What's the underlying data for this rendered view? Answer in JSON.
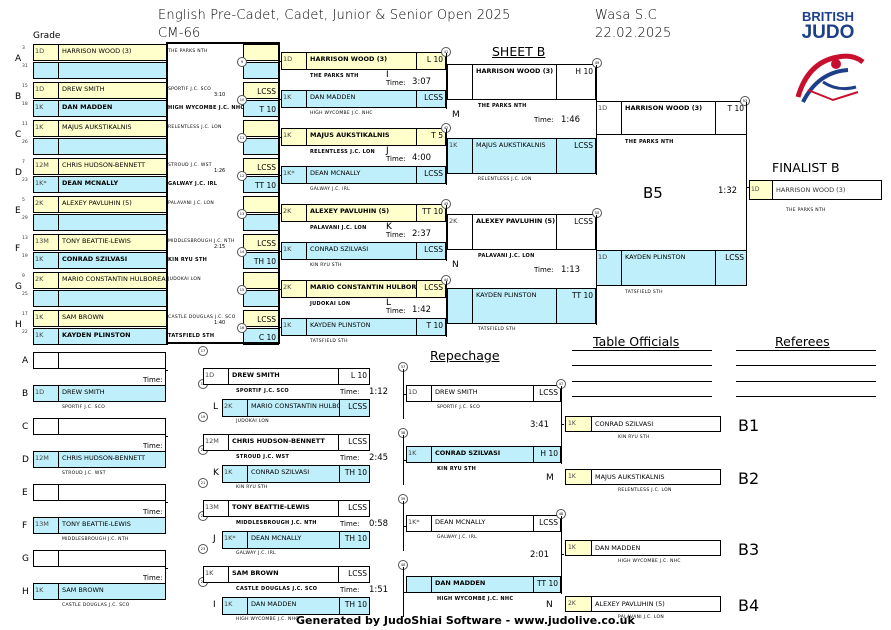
{
  "header": {
    "title": "English Pre-Cadet, Cadet, Junior & Senior Open 2025",
    "category": "CM-66",
    "grade_label": "Grade",
    "venue": "Wasa S.C",
    "date": "22.02.2025",
    "logo_text_1": "BRITISH",
    "logo_text_2": "JUDO",
    "sheet": "SHEET B",
    "finalist": "FINALIST B",
    "pool": "B5",
    "repechage": "Repechage",
    "table_officials": "Table Officials",
    "referees": "Referees",
    "footer": "Generated by JudoShiai Software - www.judolive.co.uk"
  },
  "colors": {
    "yellow": "#ffffcc",
    "blue": "#bfeffa"
  },
  "rows": [
    "A",
    "B",
    "C",
    "D",
    "E",
    "F",
    "G",
    "H"
  ],
  "first_round": [
    {
      "grade": "1D",
      "name": "HARRISON WOOD (3)",
      "club": "THE PARKS NTH",
      "n": "3"
    },
    {
      "grade": "",
      "name": "",
      "club": "",
      "n": "31"
    },
    {
      "grade": "1D",
      "name": "DREW SMITH",
      "club": "SPORTIF J.C. SCO",
      "n": "15"
    },
    {
      "grade": "1K",
      "name": "DAN MADDEN",
      "club": "HIGH WYCOMBE J.C. NHC",
      "n": "18"
    },
    {
      "grade": "1K",
      "name": "MAJUS AUKSTIKALNIS",
      "club": "RELENTLESS J.C. LON",
      "n": "11"
    },
    {
      "grade": "",
      "name": "",
      "club": "",
      "n": "26"
    },
    {
      "grade": "12M",
      "name": "CHRIS HUDSON-BENNETT",
      "club": "STROUD J.C. WST",
      "n": "7"
    },
    {
      "grade": "1K*",
      "name": "DEAN MCNALLY",
      "club": "GALWAY J.C. IRL",
      "n": "23"
    },
    {
      "grade": "2K",
      "name": "ALEXEY PAVLUHIN (5)",
      "club": "PALAVANI J.C. LON",
      "n": "5"
    },
    {
      "grade": "",
      "name": "",
      "club": "",
      "n": "29"
    },
    {
      "grade": "13M",
      "name": "TONY BEATTIE-LEWIS",
      "club": "MIDDLESBROUGH J.C. NTH",
      "n": "13"
    },
    {
      "grade": "1K",
      "name": "CONRAD SZILVASI",
      "club": "KIN RYU STH",
      "n": "19"
    },
    {
      "grade": "2K",
      "name": "MARIO CONSTANTIN HULBOREA (10)",
      "club": "JUDOKAI LON",
      "n": "9"
    },
    {
      "grade": "",
      "name": "",
      "club": "",
      "n": "25"
    },
    {
      "grade": "1K",
      "name": "SAM BROWN",
      "club": "CASTLE DOUGLAS J.C. SCO",
      "n": "17"
    },
    {
      "grade": "1K",
      "name": "KAYDEN PLINSTON",
      "club": "TATSFIELD STH",
      "n": "22"
    }
  ],
  "first_round_scores": [
    {
      "top": "",
      "bot": "",
      "time": "",
      "circle": "9"
    },
    {
      "top": "LCSS",
      "bot": "T 10",
      "time": "3:10",
      "circle": "10"
    },
    {
      "top": "",
      "bot": "",
      "time": "",
      "circle": "11"
    },
    {
      "top": "LCSS",
      "bot": "TT 10",
      "time": "1:26",
      "circle": "12"
    },
    {
      "top": "",
      "bot": "",
      "time": "",
      "circle": "13"
    },
    {
      "top": "LCSS",
      "bot": "TH 10",
      "time": "2:15",
      "circle": "14"
    },
    {
      "top": "",
      "bot": "",
      "time": "",
      "circle": "15"
    },
    {
      "top": "LCSS",
      "bot": "C 10",
      "time": "1:40",
      "circle": "16"
    }
  ],
  "second_round": [
    {
      "win": {
        "grade": "1D",
        "name": "HARRISON WOOD (3)",
        "club": "THE PARKS NTH",
        "score": "L 10"
      },
      "lose": {
        "grade": "1K",
        "name": "DAN MADDEN",
        "club": "HIGH WYCOMBE J.C. NHC",
        "score": "LCSS"
      },
      "time": "3:07",
      "mark": "I",
      "circle": "41"
    },
    {
      "win": {
        "grade": "1K",
        "name": "MAJUS AUKSTIKALNIS",
        "club": "RELENTLESS J.C. LON",
        "score": "T 5"
      },
      "lose": {
        "grade": "1K*",
        "name": "DEAN MCNALLY",
        "club": "GALWAY J.C. IRL",
        "score": "LCSS"
      },
      "time": "4:00",
      "mark": "J",
      "circle": "42"
    },
    {
      "win": {
        "grade": "2K",
        "name": "ALEXEY PAVLUHIN (5)",
        "club": "PALAVANI J.C. LON",
        "score": "TT 10"
      },
      "lose": {
        "grade": "1K",
        "name": "CONRAD SZILVASI",
        "club": "KIN RYU STH",
        "score": "LCSS"
      },
      "time": "2:37",
      "mark": "K",
      "circle": "43"
    },
    {
      "win": {
        "grade": "2K",
        "name": "MARIO CONSTANTIN HULBOREA (10)",
        "club": "JUDOKAI LON",
        "score": "LCSS"
      },
      "lose": {
        "grade": "1K",
        "name": "KAYDEN PLINSTON",
        "club": "TATSFIELD STH",
        "score": "T 10"
      },
      "time": "1:42",
      "mark": "L",
      "circle": "44"
    }
  ],
  "third_round": [
    {
      "win": {
        "grade": "",
        "name": "HARRISON WOOD (3)",
        "club": "THE PARKS NTH",
        "score": "H 10"
      },
      "lose": {
        "grade": "1K",
        "name": "MAJUS AUKSTIKALNIS",
        "club": "RELENTLESS J.C. LON",
        "score": "LCSS"
      },
      "time": "1:46",
      "mark": "M",
      "circle": "49"
    },
    {
      "win": {
        "grade": "2K",
        "name": "ALEXEY PAVLUHIN (5)",
        "club": "PALAVANI J.C. LON",
        "score": "LCSS"
      },
      "lose": {
        "grade": "",
        "name": "KAYDEN PLINSTON",
        "club": "TATSFIELD STH",
        "score": "TT 10"
      },
      "time": "1:13",
      "mark": "N",
      "circle": "50"
    }
  ],
  "semi": {
    "win": {
      "grade": "1D",
      "name": "HARRISON WOOD (3)",
      "club": "THE PARKS NTH",
      "score": "T 10"
    },
    "lose": {
      "grade": "1D",
      "name": "KAYDEN PLINSTON",
      "club": "TATSFIELD STH",
      "score": "LCSS"
    },
    "time": "1:32",
    "circle": "53"
  },
  "finalist": {
    "grade": "1D",
    "name": "HARRISON WOOD (3)",
    "club": "THE PARKS NTH"
  },
  "rep_first": [
    {
      "grade": "",
      "name": "",
      "club": ""
    },
    {
      "grade": "1D",
      "name": "DREW SMITH",
      "club": "SPORTIF J.C. SCO"
    },
    {
      "grade": "",
      "name": "",
      "club": ""
    },
    {
      "grade": "12M",
      "name": "CHRIS HUDSON-BENNETT",
      "club": "STROUD J.C. WST"
    },
    {
      "grade": "",
      "name": "",
      "club": ""
    },
    {
      "grade": "13M",
      "name": "TONY BEATTIE-LEWIS",
      "club": "MIDDLESBROUGH J.C. NTH"
    },
    {
      "grade": "",
      "name": "",
      "club": ""
    },
    {
      "grade": "1K",
      "name": "SAM BROWN",
      "club": "CASTLE DOUGLAS J.C. SCO"
    }
  ],
  "rep_second": [
    {
      "win": {
        "grade": "1D",
        "name": "DREW SMITH",
        "club": "SPORTIF J.C. SCO",
        "score": "L 10"
      },
      "lose": {
        "grade": "2K",
        "name": "MARIO CONSTANTIN HULBOREA (10)",
        "club": "JUDOKAI LON",
        "score": "LCSS"
      },
      "time": "1:12",
      "mark": "L"
    },
    {
      "win": {
        "grade": "12M",
        "name": "CHRIS HUDSON-BENNETT",
        "club": "STROUD J.C. WST",
        "score": "LCSS"
      },
      "lose": {
        "grade": "1K",
        "name": "CONRAD SZILVASI",
        "club": "KIN RYU STH",
        "score": "TH 10"
      },
      "time": "2:45",
      "mark": "K"
    },
    {
      "win": {
        "grade": "13M",
        "name": "TONY BEATTIE-LEWIS",
        "club": "MIDDLESBROUGH J.C. NTH",
        "score": "LCSS"
      },
      "lose": {
        "grade": "1K*",
        "name": "DEAN MCNALLY",
        "club": "GALWAY J.C. IRL",
        "score": "TH 10"
      },
      "time": "0:58",
      "mark": "J"
    },
    {
      "win": {
        "grade": "1K",
        "name": "SAM BROWN",
        "club": "CASTLE DOUGLAS J.C. SCO",
        "score": "LCSS"
      },
      "lose": {
        "grade": "1K",
        "name": "DAN MADDEN",
        "club": "HIGH WYCOMBE J.C. NHC",
        "score": "TH 10"
      },
      "time": "1:51",
      "mark": "I"
    }
  ],
  "rep_third": [
    {
      "win": {
        "grade": "1D",
        "name": "DREW SMITH",
        "club": "SPORTIF J.C. SCO",
        "score": "LCSS"
      },
      "lose": {
        "grade": "1K",
        "name": "CONRAD SZILVASI",
        "club": "KIN RYU STH",
        "score": "H 10"
      },
      "time": "3:41"
    },
    {
      "win": {
        "grade": "1K*",
        "name": "DEAN MCNALLY",
        "club": "GALWAY J.C. IRL",
        "score": "LCSS"
      },
      "lose": {
        "grade": "",
        "name": "DAN MADDEN",
        "club": "HIGH WYCOMBE J.C. NHC",
        "score": "TT 10"
      },
      "time": "2:01"
    }
  ],
  "bronze": [
    {
      "label": "B1",
      "grade": "1K",
      "name": "CONRAD SZILVASI",
      "club": "KIN RYU STH",
      "mark": ""
    },
    {
      "label": "B2",
      "grade": "1K",
      "name": "MAJUS AUKSTIKALNIS",
      "club": "RELENTLESS J.C. LON",
      "mark": "M"
    },
    {
      "label": "B3",
      "grade": "1K",
      "name": "DAN MADDEN",
      "club": "HIGH WYCOMBE J.C. NHC",
      "mark": ""
    },
    {
      "label": "B4",
      "grade": "2K",
      "name": "ALEXEY PAVLUHIN (5)",
      "club": "PALAVANI J.C. LON",
      "mark": "N"
    }
  ],
  "time_label": "Time:"
}
